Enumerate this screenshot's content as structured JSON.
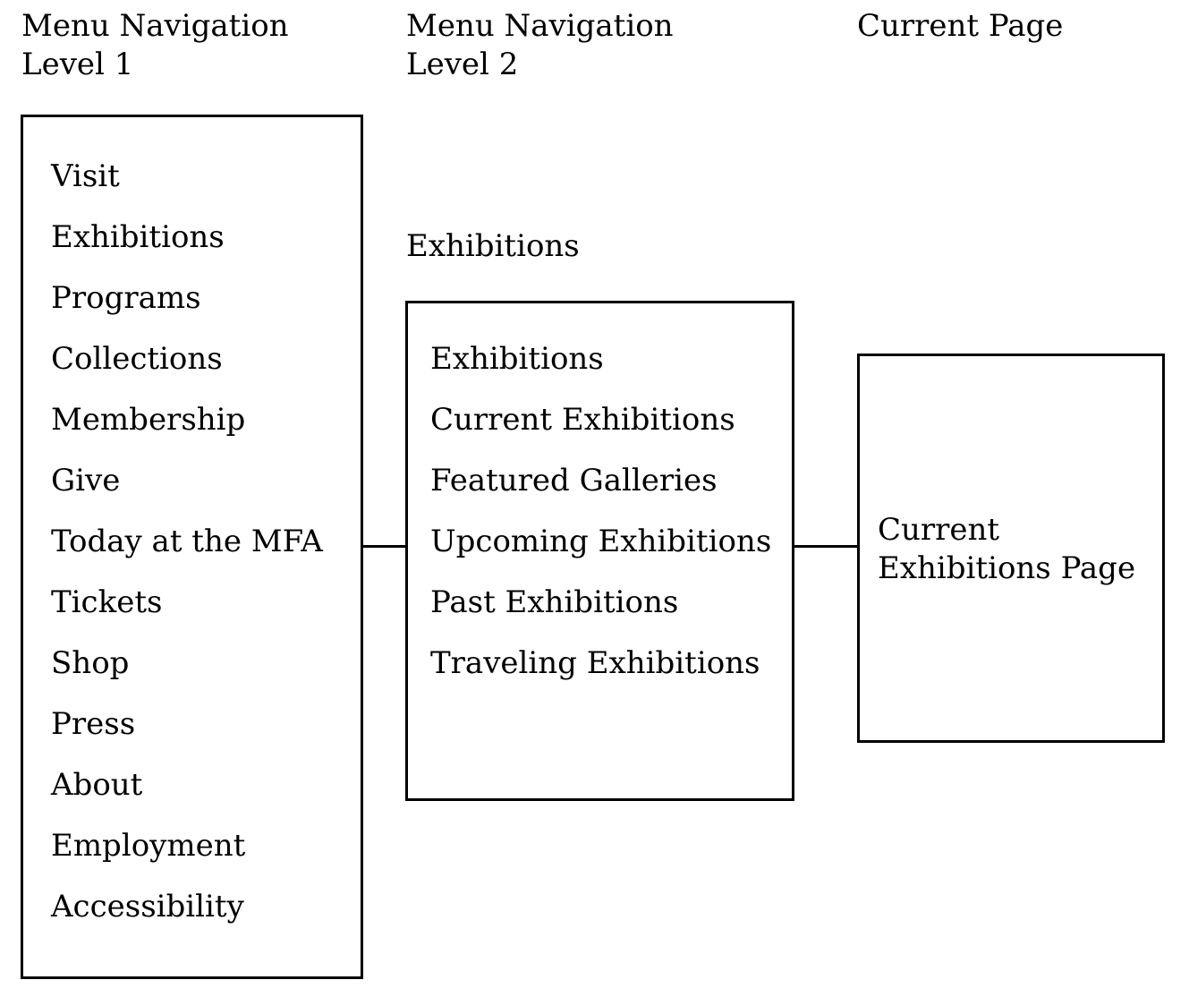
{
  "headings": {
    "level1": [
      "Menu Navigation",
      "Level 1"
    ],
    "level2": [
      "Menu Navigation",
      "Level 2"
    ],
    "current": "Current Page"
  },
  "level1_menu": {
    "items": [
      "Visit",
      "Exhibitions",
      "Programs",
      "Collections",
      "Membership",
      "Give",
      "Today at the MFA",
      "Tickets",
      "Shop",
      "Press",
      "About",
      "Employment",
      "Accessibility"
    ]
  },
  "level2_menu": {
    "parent_label": "Exhibitions",
    "items": [
      "Exhibitions",
      "Current Exhibitions",
      "Featured Galleries",
      "Upcoming Exhibitions",
      "Past Exhibitions",
      "Traveling Exhibitions"
    ]
  },
  "current_page": {
    "title_lines": [
      "Current",
      "Exhibitions Page"
    ]
  }
}
